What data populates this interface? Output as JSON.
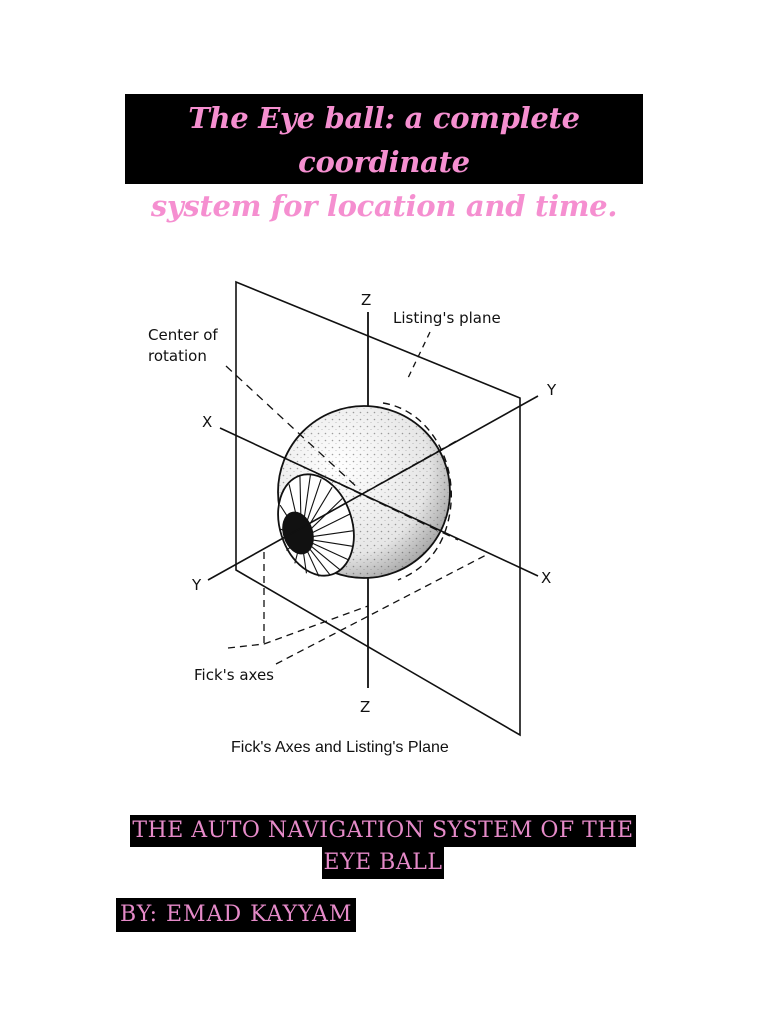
{
  "title": {
    "line1": "The Eye ball: a complete coordinate",
    "line2": "system for location and time."
  },
  "figure": {
    "labels": {
      "z_top": "Z",
      "z_bottom": "Z",
      "x_left": "X",
      "x_right": "X",
      "y_left": "Y",
      "y_right": "Y",
      "listings_plane": "Listing's plane",
      "center_line1": "Center of",
      "center_line2": "rotation",
      "ficks_axes": "Fick's axes"
    },
    "caption": "Fick's Axes and Listing's Plane"
  },
  "subtitle": {
    "line1": "THE AUTO NAVIGATION SYSTEM OF THE",
    "line2": "EYE BALL"
  },
  "author": "BY: EMAD KAYYAM",
  "colors": {
    "text_pink": "#f58fd0",
    "band_black": "#000000"
  }
}
